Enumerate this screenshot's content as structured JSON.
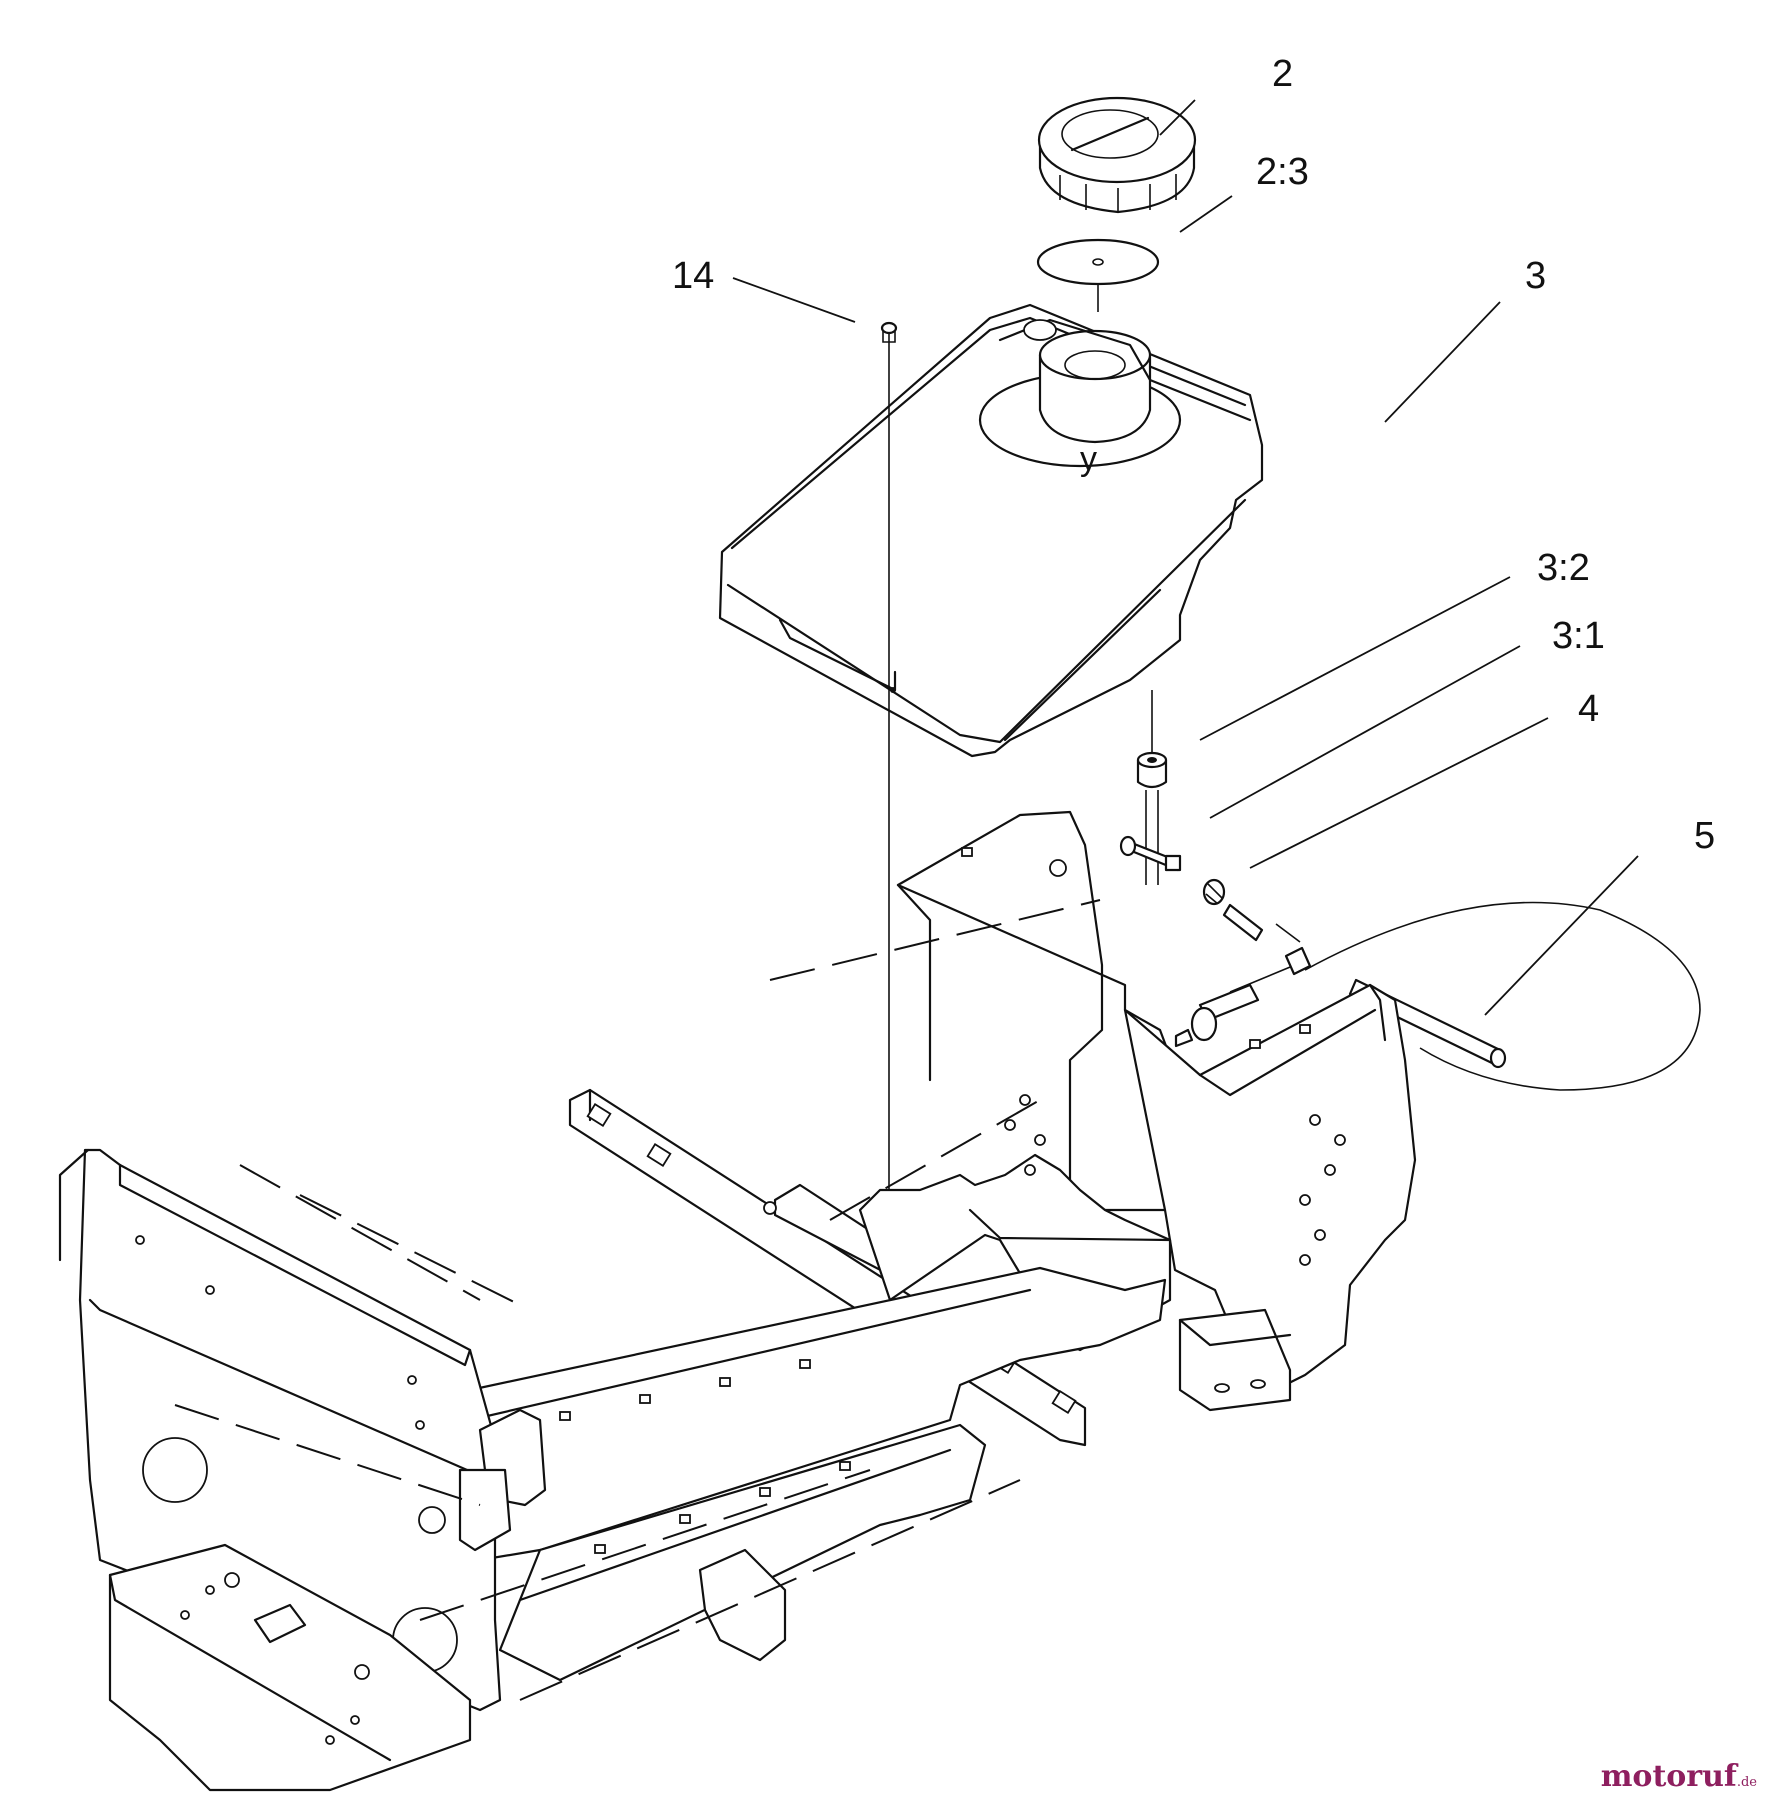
{
  "callouts": {
    "c2": "2",
    "c2_3": "2:3",
    "c3": "3",
    "c14": "14",
    "c3_2": "3:2",
    "c3_1": "3:1",
    "c4": "4",
    "c5": "5"
  },
  "tank_marking": "y",
  "watermark": {
    "main": "motoruf",
    "tld": ".de"
  },
  "colors": {
    "ink": "#111111",
    "watermark": "#8e1f5f"
  }
}
